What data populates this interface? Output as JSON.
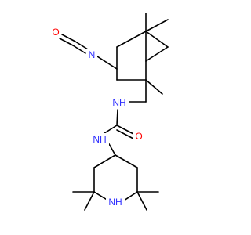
{
  "diagram": {
    "type": "chemical-structure",
    "colors": {
      "bond": "#000000",
      "carbon": "#000000",
      "nitrogen": "#3030ff",
      "oxygen": "#ff0000",
      "background": "#ffffff"
    },
    "atoms": {
      "o_isocyanate": "O",
      "n_isocyanate": "N",
      "nh_upper": "NH",
      "o_urea": "O",
      "nh_lower": "NH",
      "nh_ring": "NH"
    }
  }
}
